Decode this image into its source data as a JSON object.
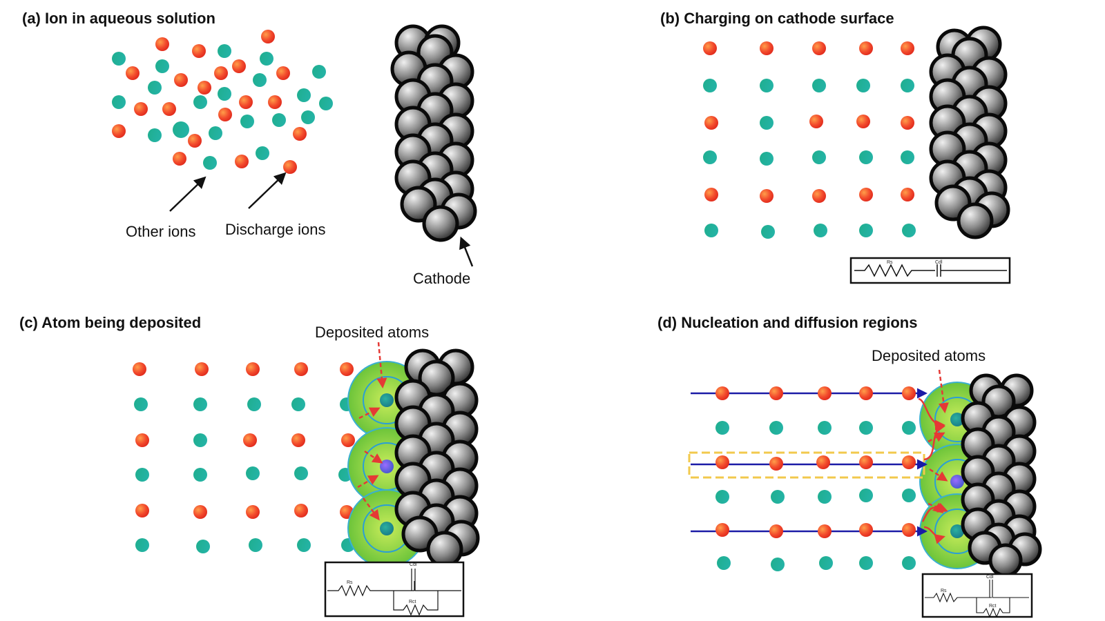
{
  "panels": {
    "a": {
      "title": "(a) Ion in aqueous solution",
      "label_other": "Other ions",
      "label_discharge": "Discharge ions",
      "label_cathode": "Cathode"
    },
    "b": {
      "title": "(b) Charging on cathode surface",
      "circuit": {
        "rs": "Rs",
        "cdl": "Cdl"
      }
    },
    "c": {
      "title": "(c) Atom being deposited",
      "label_deposited": "Deposited atoms",
      "circuit": {
        "rs": "Rs",
        "cdl": "Cdl",
        "rct": "Rct"
      }
    },
    "d": {
      "title": "(d) Nucleation and diffusion regions",
      "label_deposited": "Deposited atoms",
      "circuit": {
        "rs": "Rs",
        "cdl": "Cdl",
        "rct": "Rct"
      }
    }
  },
  "colors": {
    "discharge_ion": "#f04a2c",
    "other_ion": "#1fa893",
    "cathode_particle": "#555555",
    "nucleation_zone": "#8fd14f",
    "diffusion_arrow": "#e53935",
    "flux_line": "#1a1aa6",
    "highlight_box": "#f2c94c"
  }
}
